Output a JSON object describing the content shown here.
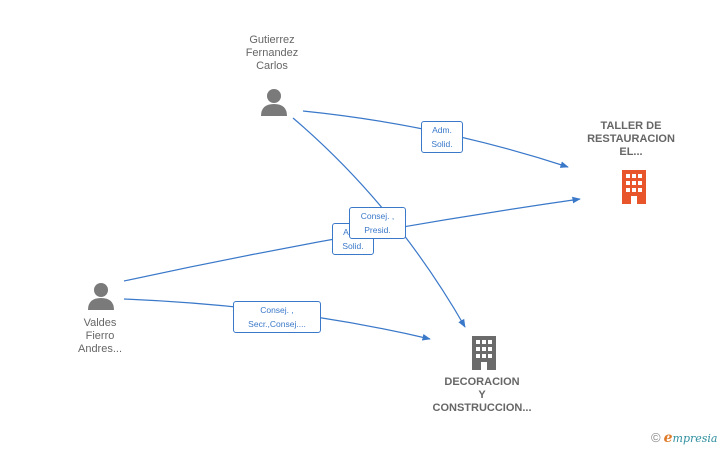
{
  "nodes": {
    "gutierrez": {
      "name": "Gutierrez\nFernandez\nCarlos",
      "icon": "person-icon"
    },
    "valdes": {
      "name": "Valdes\nFierro\nAndres...",
      "icon": "person-icon"
    },
    "taller": {
      "name": "TALLER DE\nRESTAURACION\nEL...",
      "icon": "building-icon",
      "color": "#e8552b"
    },
    "decoracion": {
      "name": "DECORACION\nY\nCONSTRUCCION...",
      "icon": "building-icon",
      "color": "#6b6b6b"
    }
  },
  "edges": {
    "gut_taller": {
      "line1": "Adm.",
      "line2": "Solid."
    },
    "gut_deco": {
      "line1": "Consej. ,",
      "line2": "Presid."
    },
    "val_taller": {
      "line1": "Adm.",
      "line2": "Solid."
    },
    "val_deco": {
      "line1": "Consej. ,",
      "line2": "Secr.,Consej...."
    }
  },
  "colors": {
    "edge": "#3a78c9",
    "person": "#7a7a7a"
  },
  "footer": {
    "copyright": "©",
    "brand_initial": "e",
    "brand_rest": "mpresia"
  }
}
